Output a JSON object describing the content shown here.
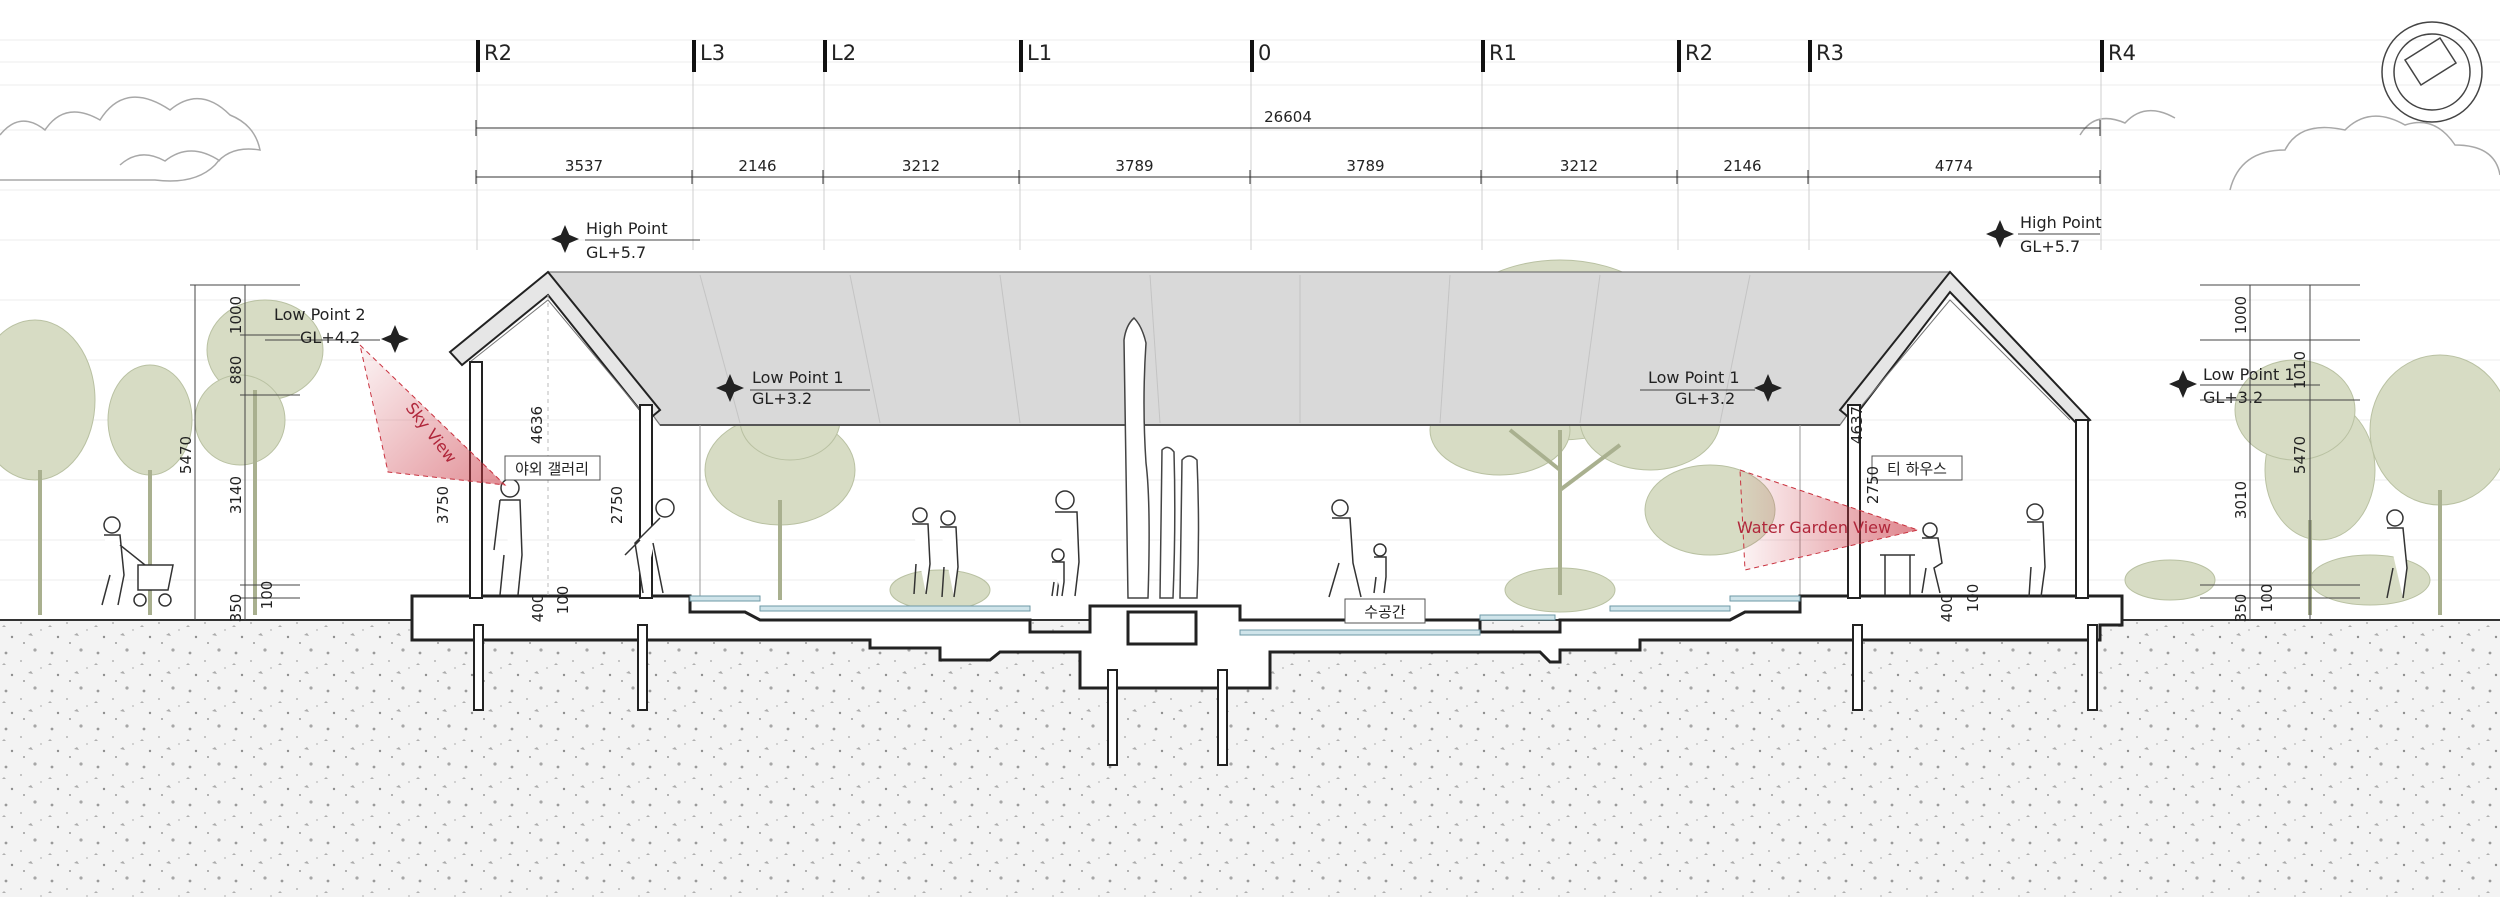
{
  "axes": [
    "R2",
    "L3",
    "L2",
    "L1",
    "0",
    "R1",
    "R2",
    "R3",
    "R4"
  ],
  "dimensions": {
    "total": "26604",
    "segments": [
      "3537",
      "2146",
      "3212",
      "3789",
      "3789",
      "3212",
      "2146",
      "4774"
    ]
  },
  "levels": {
    "high_point_left": {
      "name": "High Point",
      "value": "GL+5.7"
    },
    "high_point_right": {
      "name": "High Point",
      "value": "GL+5.7"
    },
    "low_point_2_left": {
      "name": "Low Point 2",
      "value": "GL+4.2"
    },
    "low_point_1_inner_left": {
      "name": "Low Point 1",
      "value": "GL+3.2"
    },
    "low_point_1_inner_right": {
      "name": "Low Point 1",
      "value": "GL+3.2"
    },
    "low_point_1_right": {
      "name": "Low Point 1",
      "value": "GL+3.2"
    }
  },
  "rooms": {
    "gallery": "야외 갤러리",
    "tea_house": "티 하우스",
    "water_space": "수공간"
  },
  "views": {
    "sky": "Sky View",
    "water_garden": "Water Garden View"
  },
  "vertical_dims": {
    "left_outer": {
      "total": "5470",
      "top": "1000",
      "mid": "880",
      "main": "3140",
      "base": "350",
      "base2": "100"
    },
    "left_house": {
      "height": "4636",
      "wall": "3750",
      "base": "400"
    },
    "left_inner": {
      "wall": "2750",
      "base": "100"
    },
    "right_house": {
      "height": "4637",
      "wall": "2750",
      "base": "400",
      "base2": "100"
    },
    "right_outer": {
      "total": "5470",
      "top": "1000",
      "mid": "1010",
      "main": "3010",
      "base": "350",
      "base2": "100"
    }
  },
  "colors": {
    "roof": "#d9d9d9",
    "ground": "#f1f1f1",
    "tree": "#d7dcc4",
    "water": "#cfe4ea",
    "view_cone": "#c9323f",
    "line": "#222222"
  }
}
